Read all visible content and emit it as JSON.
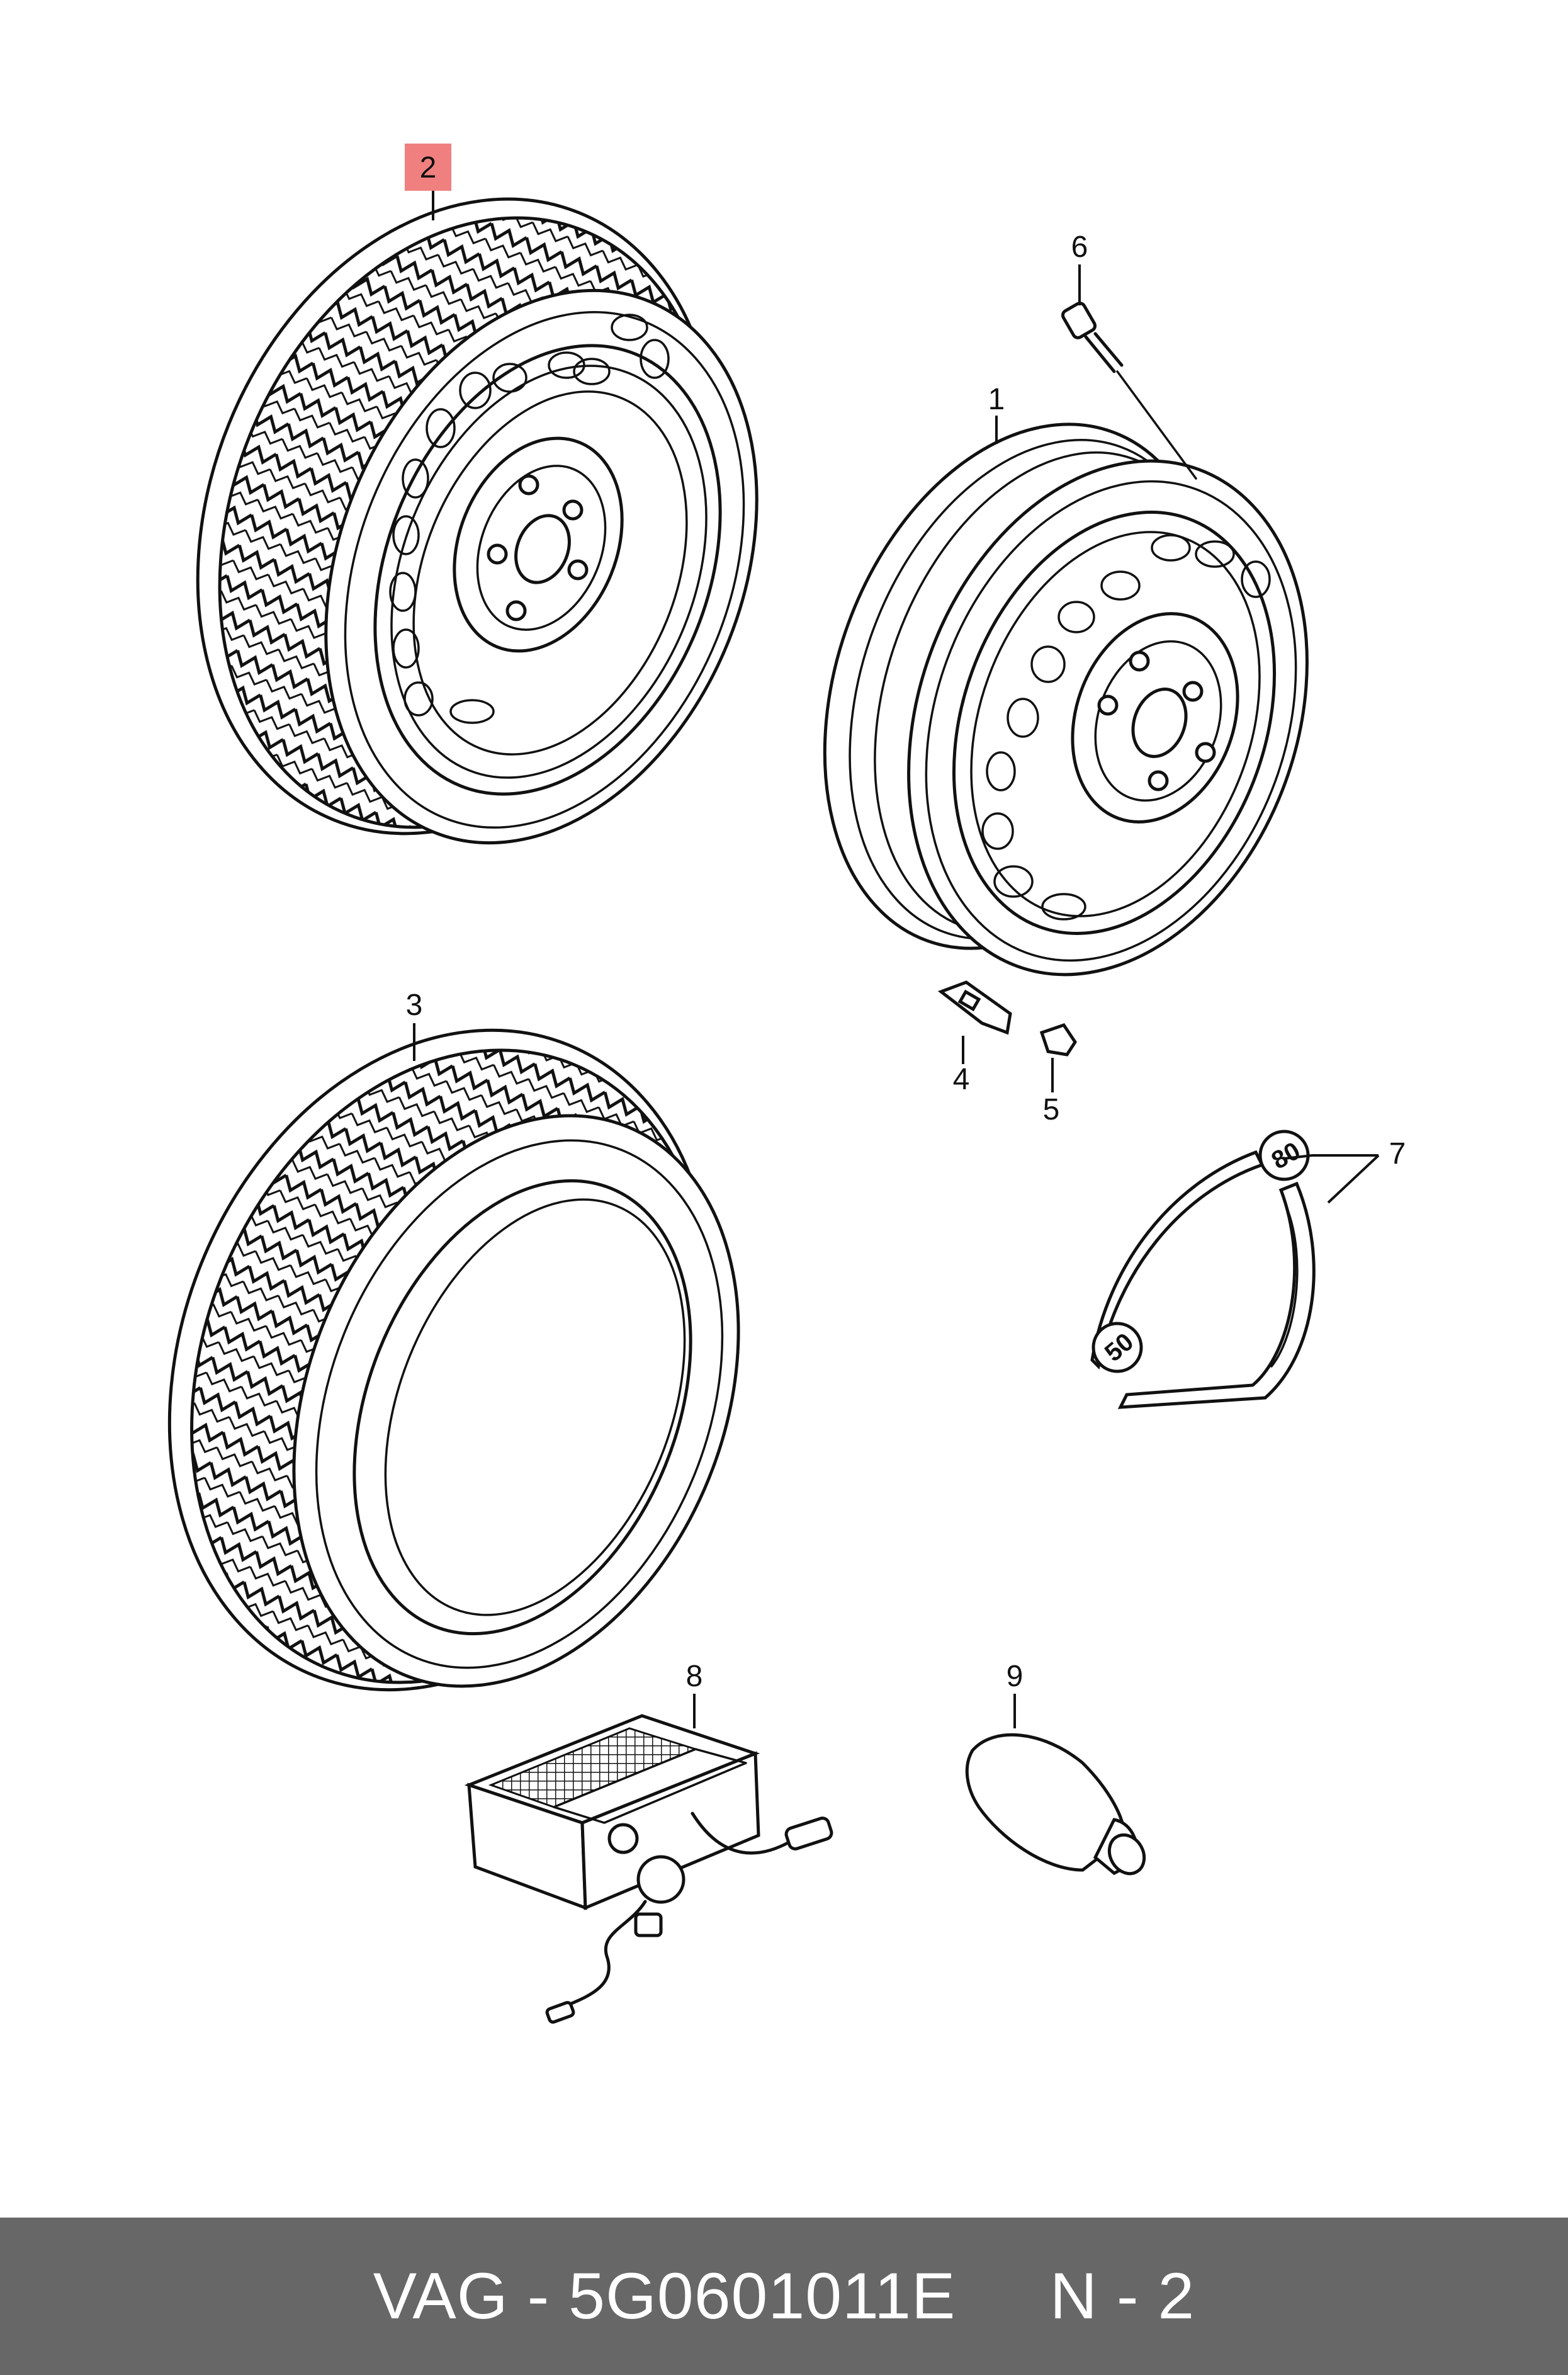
{
  "callouts": {
    "c1": "1",
    "c2": "2",
    "c3": "3",
    "c4": "4",
    "c5": "5",
    "c6": "6",
    "c7": "7",
    "c8": "8",
    "c9": "9"
  },
  "stamps": {
    "ring_a": "80",
    "ring_b": "50"
  },
  "highlight": {
    "label": "2",
    "color": "#f08080"
  },
  "footer": {
    "text": "VAG - 5G0601011E     N - 2"
  }
}
